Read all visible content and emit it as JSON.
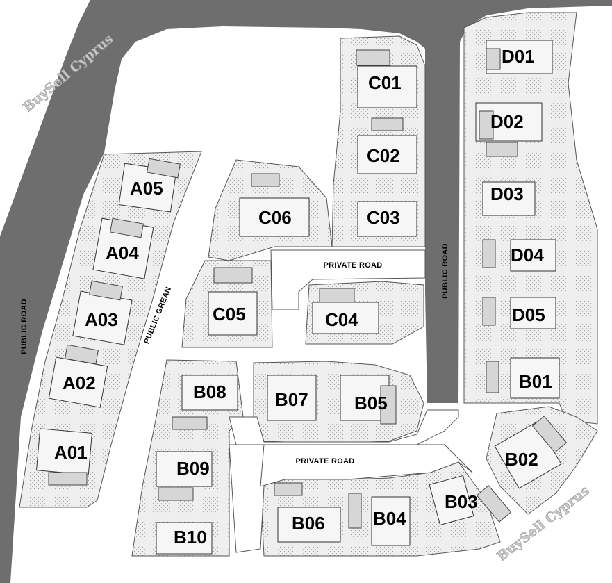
{
  "map": {
    "roads": {
      "public_road_west": "PUBLIC ROAD",
      "public_road_east": "PUBLIC ROAD",
      "public_grean": "PUBLIC GREAN",
      "private_road_north": "PRIVATE ROAD",
      "private_road_south": "PRIVATE ROAD"
    },
    "watermarks": {
      "top_left": "BuySell Cyprus",
      "bottom_right": "BuySell Cyprus"
    },
    "plots": {
      "A01": "A01",
      "A02": "A02",
      "A03": "A03",
      "A04": "A04",
      "A05": "A05",
      "B01": "B01",
      "B02": "B02",
      "B03": "B03",
      "B04": "B04",
      "B05": "B05",
      "B06": "B06",
      "B07": "B07",
      "B08": "B08",
      "B09": "B09",
      "B10": "B10",
      "C01": "C01",
      "C02": "C02",
      "C03": "C03",
      "C04": "C04",
      "C05": "C05",
      "C06": "C06",
      "D01": "D01",
      "D02": "D02",
      "D03": "D03",
      "D04": "D04",
      "D05": "D05"
    },
    "colors": {
      "public_road": "#6e6e6e",
      "plot_fill": "#eeeeee",
      "plot_line": "#555555",
      "pool": "#d6d6d6"
    }
  }
}
